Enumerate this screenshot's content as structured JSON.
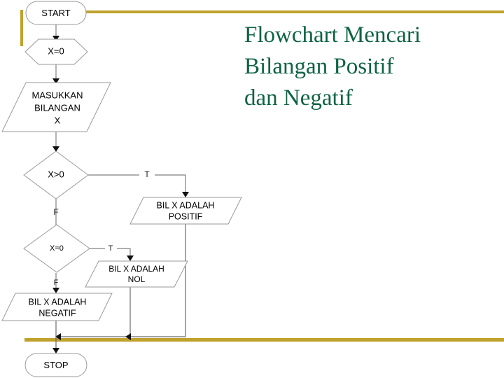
{
  "slide": {
    "background_color": "#ffffff",
    "accent_gold": "#bfa22b",
    "title_color": "#0e6342",
    "shape_stroke": "#9a9a9a",
    "connector_color": "#808080"
  },
  "decor": {
    "top_rule_name": "top-gold-rule",
    "bottom_rule_name": "bottom-gold-rule",
    "left_bar_name": "left-gold-bar"
  },
  "title": {
    "lines": [
      "Flowchart Mencari",
      "Bilangan Positif",
      "dan Negatif"
    ],
    "full_text": "Flowchart Mencari Bilangan Positif dan Negatif"
  },
  "flowchart": {
    "nodes": [
      {
        "id": "start",
        "shape": "terminator",
        "label": "START"
      },
      {
        "id": "init",
        "shape": "preparation",
        "label": "X=0"
      },
      {
        "id": "input",
        "shape": "parallelogram",
        "label_lines": [
          "MASUKKAN",
          "BILANGAN",
          "X"
        ]
      },
      {
        "id": "dec_gt0",
        "shape": "decision",
        "label": "X>0"
      },
      {
        "id": "out_pos",
        "shape": "parallelogram",
        "label_lines": [
          "BIL X ADALAH",
          "POSITIF"
        ]
      },
      {
        "id": "dec_eq0",
        "shape": "decision",
        "label": "X=0"
      },
      {
        "id": "out_nol",
        "shape": "parallelogram",
        "label_lines": [
          "BIL X ADALAH",
          "NOL"
        ]
      },
      {
        "id": "out_neg",
        "shape": "parallelogram",
        "label_lines": [
          "BIL X ADALAH",
          "NEGATIF"
        ]
      },
      {
        "id": "stop",
        "shape": "terminator",
        "label": "STOP"
      }
    ],
    "branch_labels": {
      "gt0_true": "T",
      "gt0_false": "F",
      "eq0_true": "T",
      "eq0_false": "F"
    }
  }
}
